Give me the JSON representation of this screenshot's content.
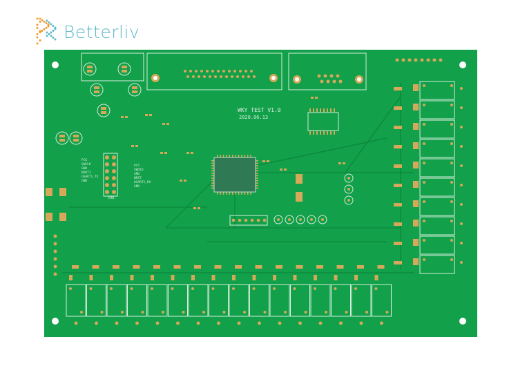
{
  "logo": {
    "text": "Betterliv"
  },
  "board": {
    "title": "WKY TEST V1.0",
    "date": "2020.06.13",
    "left_labels_a": [
      "PC6",
      "SWCLK",
      "GND",
      "BOOT1",
      "USART1_TX",
      "GND"
    ],
    "left_labels_b": [
      "PC5",
      "SWDIO",
      "GND",
      "NRST",
      "USART1_RX",
      "GND"
    ],
    "header_label": "CON1"
  },
  "colors": {
    "board": "#12a04a",
    "board_dark": "#0d8a3e",
    "pad": "#d6a85a",
    "silk": "#d8eede",
    "logo_orange": "#f39a2b",
    "logo_teal": "#5fb8c8"
  }
}
